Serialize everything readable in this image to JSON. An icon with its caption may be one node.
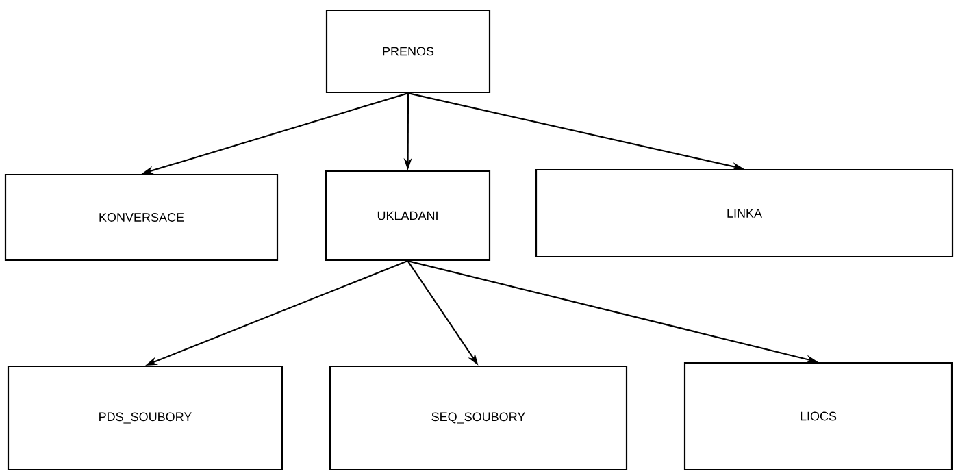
{
  "diagram": {
    "nodes": [
      {
        "text": [
          "PRENOS"
        ]
      },
      {
        "text": [
          "KONVERSACE"
        ]
      },
      {
        "text": [
          "UKLADANI"
        ]
      },
      {
        "text": [
          "LINKA"
        ]
      },
      {
        "text": [
          "PDS_SOUBORY"
        ]
      },
      {
        "text": [
          "SEQ_SOUBORY"
        ]
      },
      {
        "text": [
          "LIOCS"
        ]
      }
    ],
    "edges": [
      {
        "from": 0,
        "to": 1,
        "arrow": "to"
      },
      {
        "from": 0,
        "to": 2,
        "arrow": "to"
      },
      {
        "from": 0,
        "to": 3,
        "arrow": "to"
      },
      {
        "from": 2,
        "to": 4,
        "arrow": "to"
      },
      {
        "from": 2,
        "to": 5,
        "arrow": "to"
      },
      {
        "from": 2,
        "to": 6,
        "arrow": "to"
      }
    ]
  }
}
